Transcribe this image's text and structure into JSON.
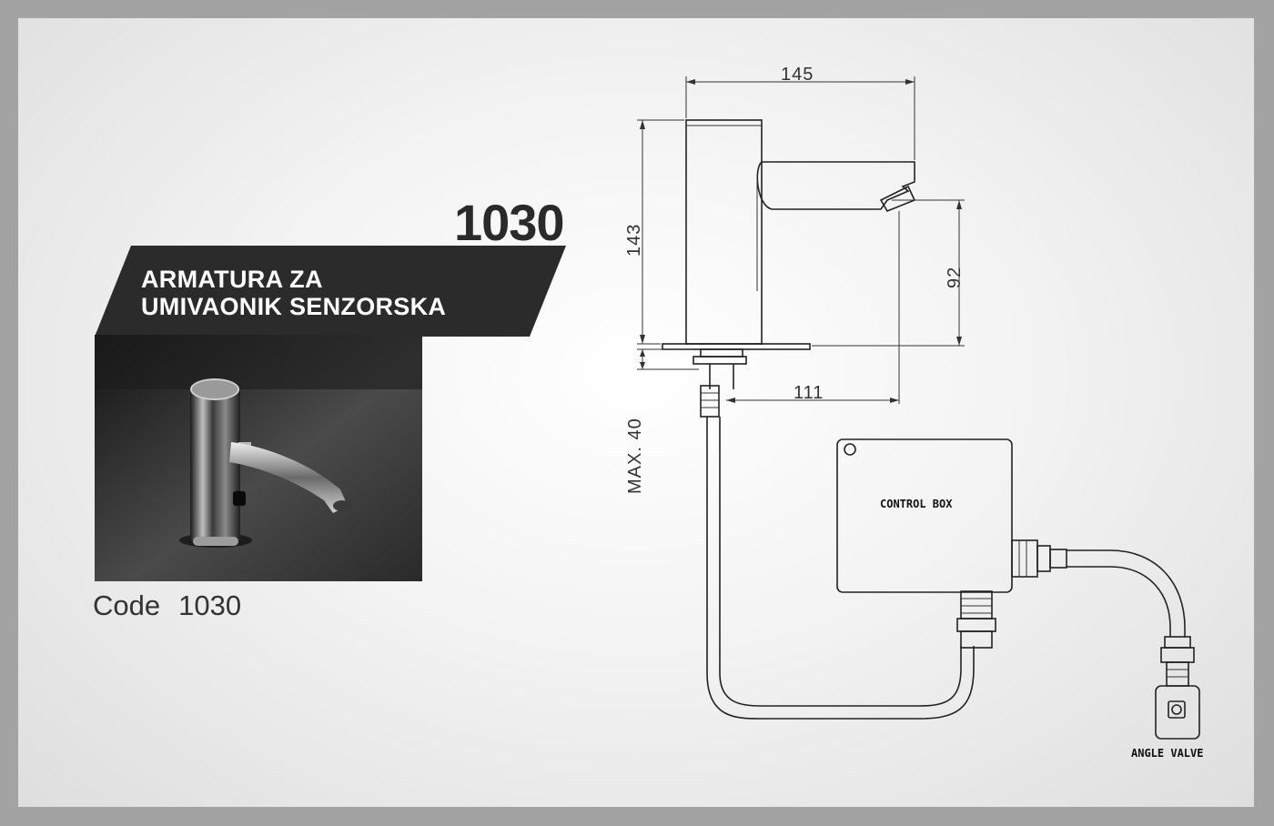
{
  "product": {
    "model_number": "1030",
    "title_line1": "ARMATURA ZA",
    "title_line2": "UMIVAONIK SENZORSKA",
    "code_prefix": "Code",
    "code_value": "1030"
  },
  "drawing": {
    "dimensions": {
      "width_total": "145",
      "height_total": "143",
      "spout_height": "92",
      "spout_reach": "111",
      "max_thickness": "MAX. 40"
    },
    "labels": {
      "control_box": "CONTROL BOX",
      "angle_valve": "ANGLE VALVE"
    }
  },
  "colors": {
    "frame": "#a3a3a3",
    "banner": "#2b2b2b",
    "line": "#222222"
  }
}
